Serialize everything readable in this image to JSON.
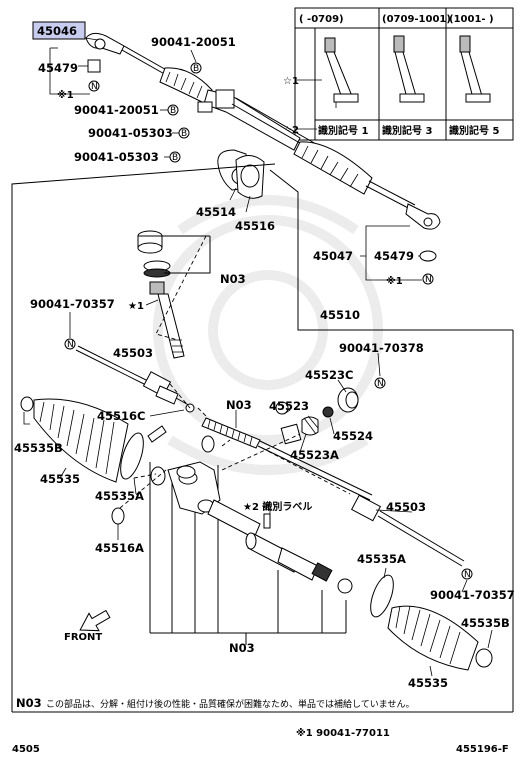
{
  "labels": {
    "p45046": "45046",
    "p45479_top": "45479",
    "mark_top": "※1",
    "p90041_20051_top": "90041-20051",
    "p90041_20051_mid": "90041-20051",
    "p90041_05303_a": "90041-05303",
    "p90041_05303_b": "90041-05303",
    "p45514": "45514",
    "p45516": "45516",
    "p45047": "45047",
    "p45479_right": "45479",
    "mark_right": "※1",
    "n03_a": "N03",
    "p90041_70357_left": "90041-70357",
    "star1": "★1",
    "p45510": "45510",
    "p45503_a": "45503",
    "p90041_70378": "90041-70378",
    "p45523c": "45523C",
    "p45516c": "45516C",
    "n03_b": "N03",
    "p45523": "45523",
    "p45524": "45524",
    "p45535b_left": "45535B",
    "p45523a": "45523A",
    "p45535_left": "45535",
    "p45535a_left": "45535A",
    "p45503_b": "45503",
    "star2_label": "★2 識別ラベル",
    "p45516a": "45516A",
    "p45535a_right": "45535A",
    "p90041_70357_right": "90041-70357",
    "p45535b_right": "45535B",
    "front": "FRONT",
    "n03_c": "N03",
    "p45535_right": "45535"
  },
  "variant_table": {
    "headers": [
      "(    -0709)",
      "(0709-1001)",
      "(1001-    )"
    ],
    "row1_mark": "☆1",
    "row2_mark": "☆2",
    "ids": [
      "識別記号 1",
      "識別記号 3",
      "識別記号 5"
    ]
  },
  "footnote": {
    "code": "N03",
    "text": "この部品は、分解・組付け後の性能・品質確保が困難なため、単品では補給していません。"
  },
  "ref_note": "※1  90041-77011",
  "page_left": "4505",
  "page_right": "455196-F"
}
